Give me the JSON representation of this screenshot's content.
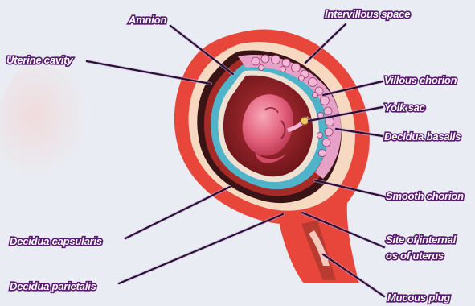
{
  "labels": {
    "amnion": "Amnion",
    "intervillous_space": "Intervillous space",
    "uterine_cavity": "Uterine cavity",
    "villous_chorion": "Villous chorion",
    "yolk_sac": "Yolk sac",
    "decidua_basalis": "Decidua basalis",
    "smooth_chorion": "Smooth chorion",
    "decidua_capsularis": "Decidua capsularis",
    "site_internal_os_line1": "Site of internal",
    "site_internal_os_line2": "os of uterus",
    "decidua_parietalis": "Decidua parietalis",
    "mucous_plug": "Mucous plug"
  },
  "colors": {
    "background": "#e9ecf2",
    "uterine_wall": "#e8463a",
    "decidua_parietalis": "#f7d9c2",
    "uterine_cavity": "#3a1414",
    "decidua_capsularis": "#a62a26",
    "smooth_chorion": "#4fb3c9",
    "amniotic_cavity": "#8a1f22",
    "villi": "#e7a1c9",
    "embryo": "#e86a86",
    "label_fill": "#ffffff",
    "label_outline": "#5a1a72"
  }
}
